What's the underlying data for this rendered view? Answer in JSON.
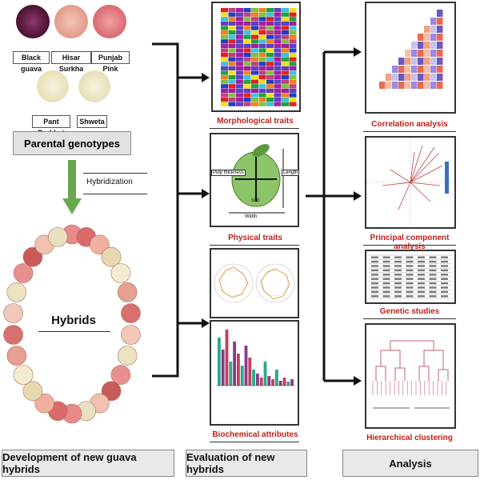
{
  "parents": {
    "top_row": [
      "Black guava",
      "Hisar Surkha",
      "Punjab Pink"
    ],
    "bottom_row": [
      "Pant Prabhat",
      "Shweta"
    ],
    "title": "Parental genotypes",
    "colors": {
      "black": "#5a1a3a",
      "surkha": "#e8a89a",
      "punjab": "#d87880",
      "white": "#e8e2c8"
    }
  },
  "hybridization_label": "Hybridization",
  "hybrids_label": "Hybrids",
  "panels": {
    "morphological": "Morphological traits",
    "physical": "Physical traits",
    "biochemical": "Biochemical attributes",
    "correlation": "Correlation analysis",
    "pca": "Principal component analysis",
    "genetic": "Genetic studies",
    "hierarchical": "Hierarchical clustering"
  },
  "physical_labels": {
    "left": "Pulp thickness",
    "right": "Length",
    "bottom": "Width",
    "center": "SCD"
  },
  "bottom": {
    "dev": "Development of new guava hybrids",
    "eval": "Evaluation of new hybrids",
    "analysis": "Analysis"
  },
  "accent": {
    "arrow_green": "#6aa84f",
    "label_red": "#c0201a"
  }
}
